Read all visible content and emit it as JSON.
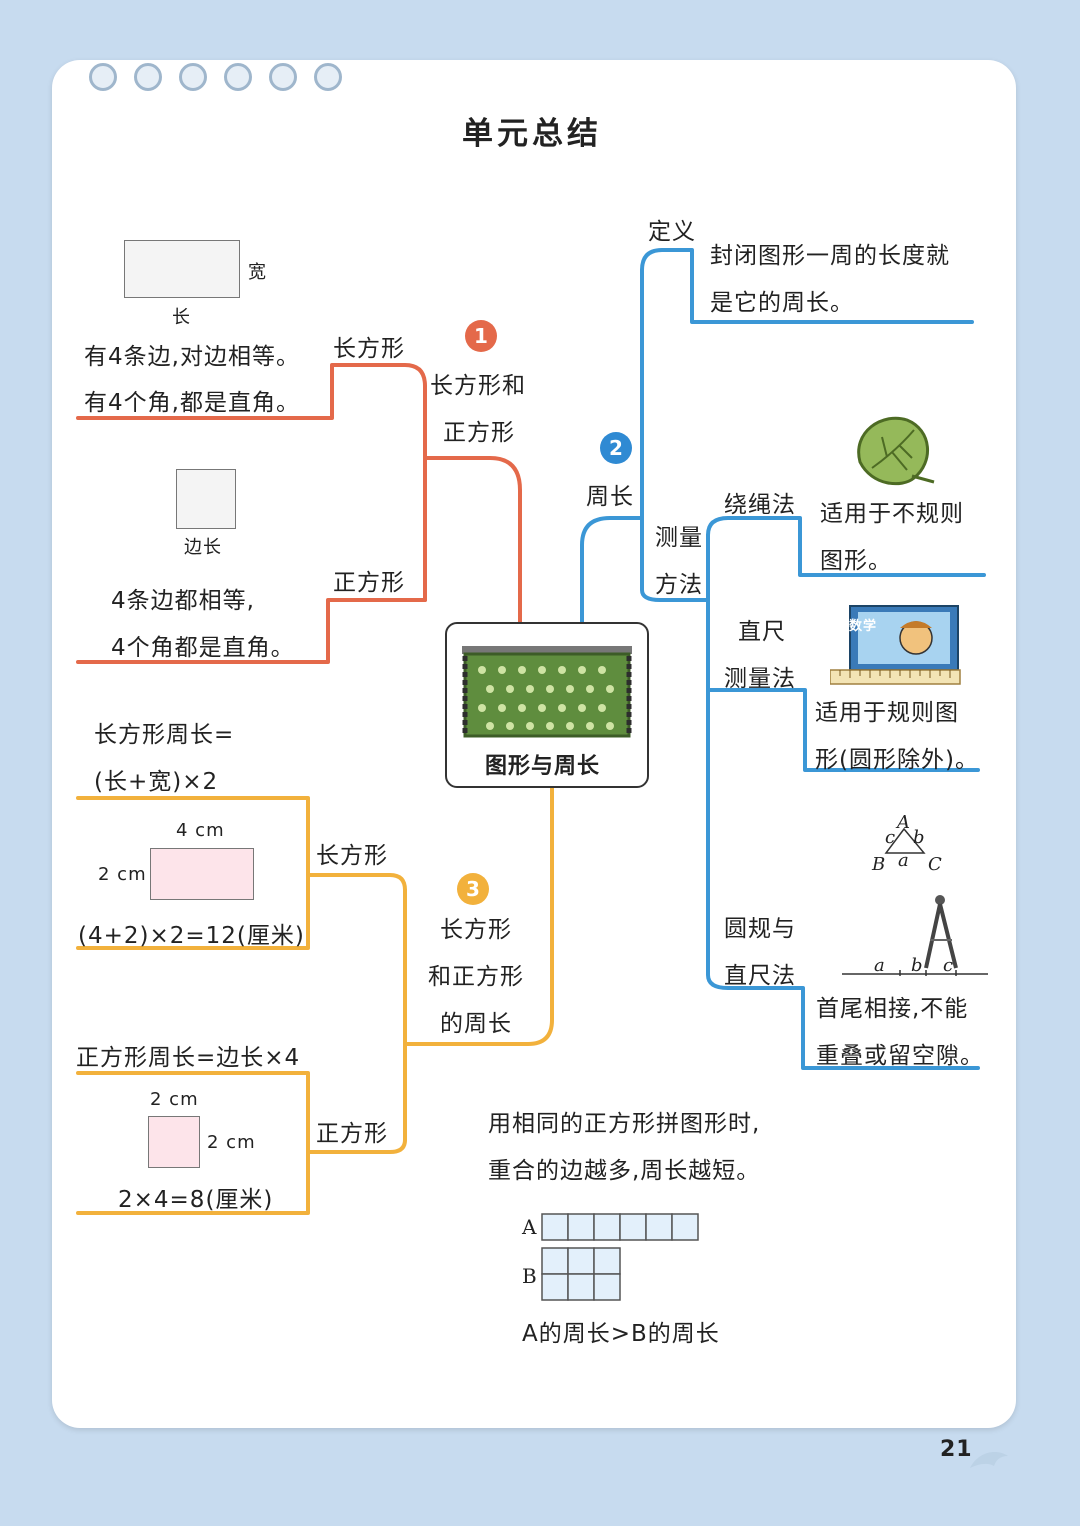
{
  "title": "单元总结",
  "page_number": "21",
  "center": {
    "label": "图形与周长"
  },
  "colors": {
    "branch1": "#e4694a",
    "branch2": "#3b97d6",
    "branch3": "#f2b13c"
  },
  "branch1": {
    "badge": "1",
    "label_line1": "长方形和",
    "label_line2": "正方形",
    "rect": {
      "label": "长方形",
      "width_label": "宽",
      "length_label": "长",
      "line1": "有4条边,对边相等。",
      "line2": "有4个角,都是直角。"
    },
    "square": {
      "label": "正方形",
      "side_label": "边长",
      "line1": "4条边都相等,",
      "line2": "4个角都是直角。"
    }
  },
  "branch2": {
    "badge": "2",
    "label": "周长",
    "definition": {
      "label": "定义",
      "line1": "封闭图形一周的长度就",
      "line2": "是它的周长。"
    },
    "method_label_line1": "测量",
    "method_label_line2": "方法",
    "rope": {
      "label": "绕绳法",
      "line1": "适用于不规则",
      "line2": "图形。"
    },
    "ruler": {
      "label_line1": "直尺",
      "label_line2": "测量法",
      "line1": "适用于规则图",
      "line2": "形(圆形除外)。",
      "book_text": "数学"
    },
    "compass": {
      "label_line1": "圆规与",
      "label_line2": "直尺法",
      "line1": "首尾相接,不能",
      "line2": "重叠或留空隙。",
      "tri_A": "A",
      "tri_B": "B",
      "tri_C": "C",
      "tri_a": "a",
      "tri_b": "b",
      "tri_c": "c",
      "seg_a": "a",
      "seg_b": "b",
      "seg_c": "c"
    }
  },
  "branch3": {
    "badge": "3",
    "label_line1": "长方形",
    "label_line2": "和正方形",
    "label_line3": "的周长",
    "rect": {
      "label": "长方形",
      "formula_line1": "长方形周长=",
      "formula_line2": "(长+宽)×2",
      "top_dim": "4 cm",
      "side_dim": "2 cm",
      "calc": "(4+2)×2=12(厘米)"
    },
    "square": {
      "label": "正方形",
      "formula": "正方形周长=边长×4",
      "top_dim": "2 cm",
      "side_dim": "2 cm",
      "calc": "2×4=8(厘米)"
    }
  },
  "tip": {
    "line1": "用相同的正方形拼图形时,",
    "line2": "重合的边越多,周长越短。",
    "label_a": "A",
    "label_b": "B",
    "conclusion": "A的周长>B的周长"
  }
}
